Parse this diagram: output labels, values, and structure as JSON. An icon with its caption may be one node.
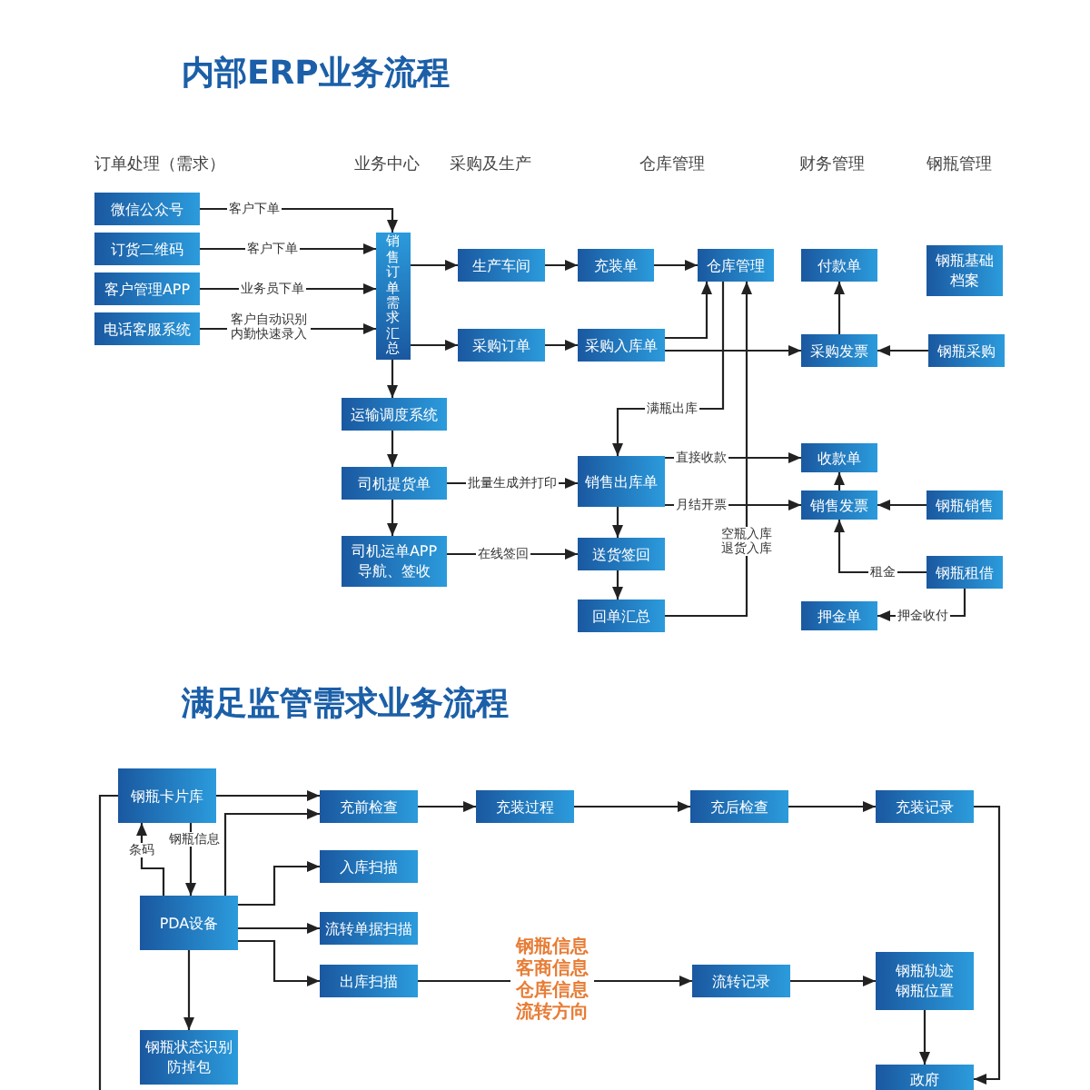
{
  "diagram": {
    "title": "内部ERP业务流程",
    "nodes": [
      {
        "text": [
          "微信公众号"
        ]
      },
      {
        "text": [
          "订货二维码"
        ]
      },
      {
        "text": [
          "客户管理APP"
        ]
      },
      {
        "text": [
          "电话客服系统"
        ]
      },
      {
        "text": [
          "销售订单需求汇总"
        ]
      },
      {
        "text": [
          "生产车间"
        ]
      },
      {
        "text": [
          "采购订单"
        ]
      },
      {
        "text": [
          "充装单"
        ]
      },
      {
        "text": [
          "采购入库单"
        ]
      },
      {
        "text": [
          "仓库管理"
        ]
      },
      {
        "text": [
          "付款单"
        ]
      },
      {
        "text": [
          "钢瓶基础档案"
        ]
      },
      {
        "text": [
          "采购发票"
        ]
      },
      {
        "text": [
          "钢瓶采购"
        ]
      },
      {
        "text": [
          "运输调度系统"
        ]
      },
      {
        "text": [
          "司机提货单"
        ]
      },
      {
        "text": [
          "司机运单APP导航、签收"
        ]
      },
      {
        "text": [
          "销售出库单"
        ]
      },
      {
        "text": [
          "送货签回"
        ]
      },
      {
        "text": [
          "回单汇总"
        ]
      },
      {
        "text": [
          "收款单"
        ]
      },
      {
        "text": [
          "销售发票"
        ]
      },
      {
        "text": [
          "钢瓶销售"
        ]
      },
      {
        "text": [
          "钢瓶租借"
        ]
      },
      {
        "text": [
          "押金单"
        ]
      },
      {
        "text": [
          "钢瓶卡片库"
        ]
      },
      {
        "text": [
          "充前检查"
        ]
      },
      {
        "text": [
          "充装过程"
        ]
      },
      {
        "text": [
          "充后检查"
        ]
      },
      {
        "text": [
          "充装记录"
        ]
      },
      {
        "text": [
          "入库扫描"
        ]
      },
      {
        "text": [
          "PDA设备"
        ]
      },
      {
        "text": [
          "流转单据扫描"
        ]
      },
      {
        "text": [
          "出库扫描"
        ]
      },
      {
        "text": [
          "钢瓶信息客商信息仓库信息流转方向"
        ]
      },
      {
        "text": [
          "流转记录"
        ]
      },
      {
        "text": [
          "钢瓶轨迹钢瓶位置"
        ]
      },
      {
        "text": [
          "钢瓶状态识别防掉包"
        ]
      },
      {
        "text": [
          "政府"
        ]
      }
    ],
    "edges": [
      {
        "from": 0,
        "to": 4,
        "arrow": "to",
        "label": "客户下单"
      },
      {
        "from": 1,
        "to": 4,
        "arrow": "to",
        "label": "客户下单"
      },
      {
        "from": 2,
        "to": 4,
        "arrow": "to",
        "label": "业务员下单"
      },
      {
        "from": 3,
        "to": 4,
        "arrow": "to",
        "label": "客户自动识别内勤快速录入"
      },
      {
        "from": 4,
        "to": 5,
        "arrow": "to"
      },
      {
        "from": 4,
        "to": 6,
        "arrow": "to"
      },
      {
        "from": 5,
        "to": 7,
        "arrow": "to"
      },
      {
        "from": 7,
        "to": 9,
        "arrow": "to"
      },
      {
        "from": 6,
        "to": 8,
        "arrow": "to"
      },
      {
        "from": 8,
        "to": 9,
        "arrow": "to"
      },
      {
        "from": 8,
        "to": 12,
        "arrow": "to"
      },
      {
        "from": 13,
        "to": 12,
        "arrow": "to"
      },
      {
        "from": 12,
        "to": 10,
        "arrow": "to"
      },
      {
        "from": 4,
        "to": 14,
        "arrow": "to"
      },
      {
        "from": 14,
        "to": 15,
        "arrow": "to"
      },
      {
        "from": 15,
        "to": 16,
        "arrow": "to"
      },
      {
        "from": 15,
        "to": 17,
        "arrow": "to",
        "label": "批量生成并打印"
      },
      {
        "from": 16,
        "to": 18,
        "arrow": "to",
        "label": "在线签回"
      },
      {
        "from": 9,
        "to": 17,
        "arrow": "to",
        "label": "满瓶出库"
      },
      {
        "from": 19,
        "to": 9,
        "arrow": "to",
        "label": "空瓶入库退货入库"
      },
      {
        "from": 17,
        "to": 20,
        "arrow": "to",
        "label": "直接收款"
      },
      {
        "from": 17,
        "to": 21,
        "arrow": "to",
        "label": "月结开票"
      },
      {
        "from": 22,
        "to": 21,
        "arrow": "to"
      },
      {
        "from": 21,
        "to": 20,
        "arrow": "to"
      },
      {
        "from": 23,
        "to": 21,
        "arrow": "to",
        "label": "租金"
      },
      {
        "from": 23,
        "to": 24,
        "arrow": "to",
        "label": "押金收付"
      },
      {
        "from": 17,
        "to": 18,
        "arrow": "to"
      },
      {
        "from": 18,
        "to": 19,
        "arrow": "to"
      },
      {
        "from": 25,
        "to": 26,
        "arrow": "to"
      },
      {
        "from": 31,
        "to": 26,
        "arrow": "to"
      },
      {
        "from": 25,
        "to": 31,
        "arrow": "to",
        "label": "钢瓶信息"
      },
      {
        "from": 31,
        "to": 25,
        "arrow": "to",
        "label": "条码"
      },
      {
        "from": 31,
        "to": 30,
        "arrow": "to"
      },
      {
        "from": 31,
        "to": 32,
        "arrow": "to"
      },
      {
        "from": 31,
        "to": 33,
        "arrow": "to"
      },
      {
        "from": 31,
        "to": 37,
        "arrow": "to"
      },
      {
        "from": 26,
        "to": 27,
        "arrow": "to"
      },
      {
        "from": 27,
        "to": 28,
        "arrow": "to"
      },
      {
        "from": 28,
        "to": 29,
        "arrow": "to"
      },
      {
        "from": 29,
        "to": 38,
        "arrow": "to"
      },
      {
        "from": 33,
        "to": 34,
        "arrow": "none"
      },
      {
        "from": 34,
        "to": 35,
        "arrow": "to"
      },
      {
        "from": 35,
        "to": 36,
        "arrow": "to"
      },
      {
        "from": 36,
        "to": 38,
        "arrow": "to"
      },
      {
        "from": 25,
        "to": null,
        "arrow": "none"
      }
    ],
    "labels": [
      "订单处理（需求）",
      "业务中心",
      "采购及生产",
      "仓库管理",
      "财务管理",
      "钢瓶管理",
      "满足监管需求业务流程"
    ]
  }
}
